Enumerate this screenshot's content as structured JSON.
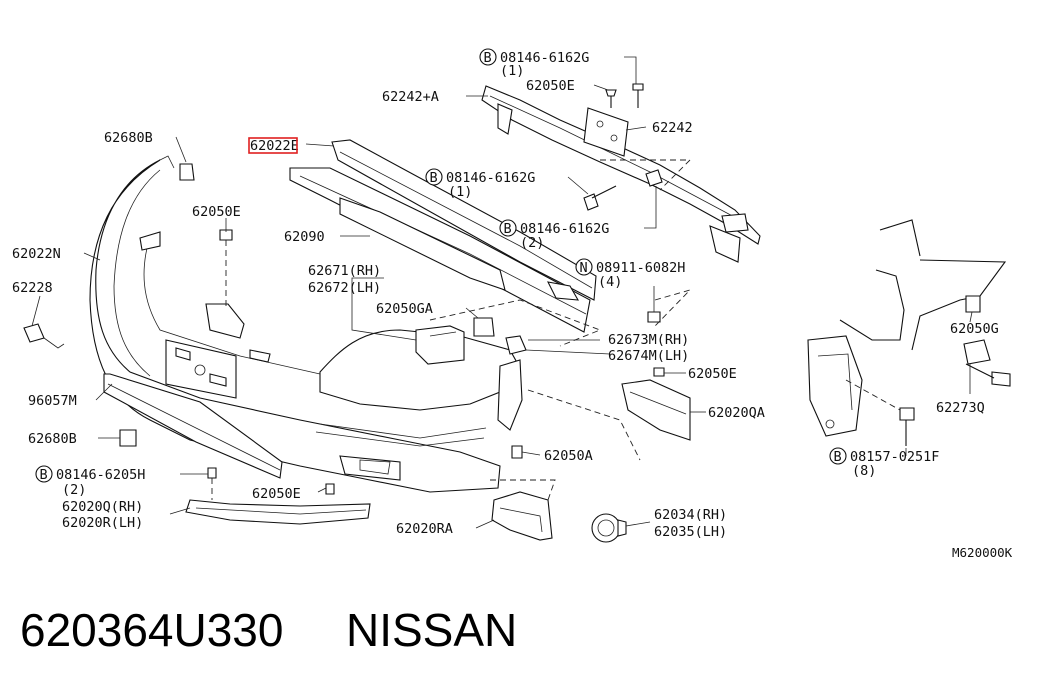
{
  "diagram": {
    "labels": {
      "p62680b_top": "62680B",
      "p62022e": "62022E",
      "p62050e_a": "62050E",
      "p62090": "62090",
      "p62022n": "62022N",
      "p62228": "62228",
      "p96057m": "96057M",
      "p62680b_bot": "62680B",
      "b08146_6205h": "08146-6205H",
      "b08146_6205h_qty": "(2)",
      "p62020q": "62020Q(RH)",
      "p62020r": "62020R(LH)",
      "p62050e_b": "62050E",
      "p62020ra": "62020RA",
      "b08146_6162g_top": "08146-6162G",
      "b08146_6162g_top_qty": "(1)",
      "p62050e_c": "62050E",
      "p62242a": "62242+A",
      "p62242": "62242",
      "b08146_6162g_mid": "08146-6162G",
      "b08146_6162g_mid_qty": "(1)",
      "b08146_6162g_low": "08146-6162G",
      "b08146_6162g_low_qty": "(2)",
      "n08911_6082h": "08911-6082H",
      "n08911_6082h_qty": "(4)",
      "p62671": "62671(RH)",
      "p62672": "62672(LH)",
      "p62050ga": "62050GA",
      "p62673m": "62673M(RH)",
      "p62674m": "62674M(LH)",
      "p62050e_d": "62050E",
      "p62020qa": "62020QA",
      "p62050a": "62050A",
      "p62034": "62034(RH)",
      "p62035": "62035(LH)",
      "p62050g": "62050G",
      "p62273q": "62273Q",
      "b08157_0251f": "08157-0251F",
      "b08157_0251f_qty": "(8)",
      "diagram_code": "M620000K"
    },
    "markers": {
      "bolt": "B",
      "nut": "N"
    },
    "highlight_color": "#e02020"
  },
  "footer": {
    "part_number": "620364U330",
    "brand": "NISSAN"
  }
}
